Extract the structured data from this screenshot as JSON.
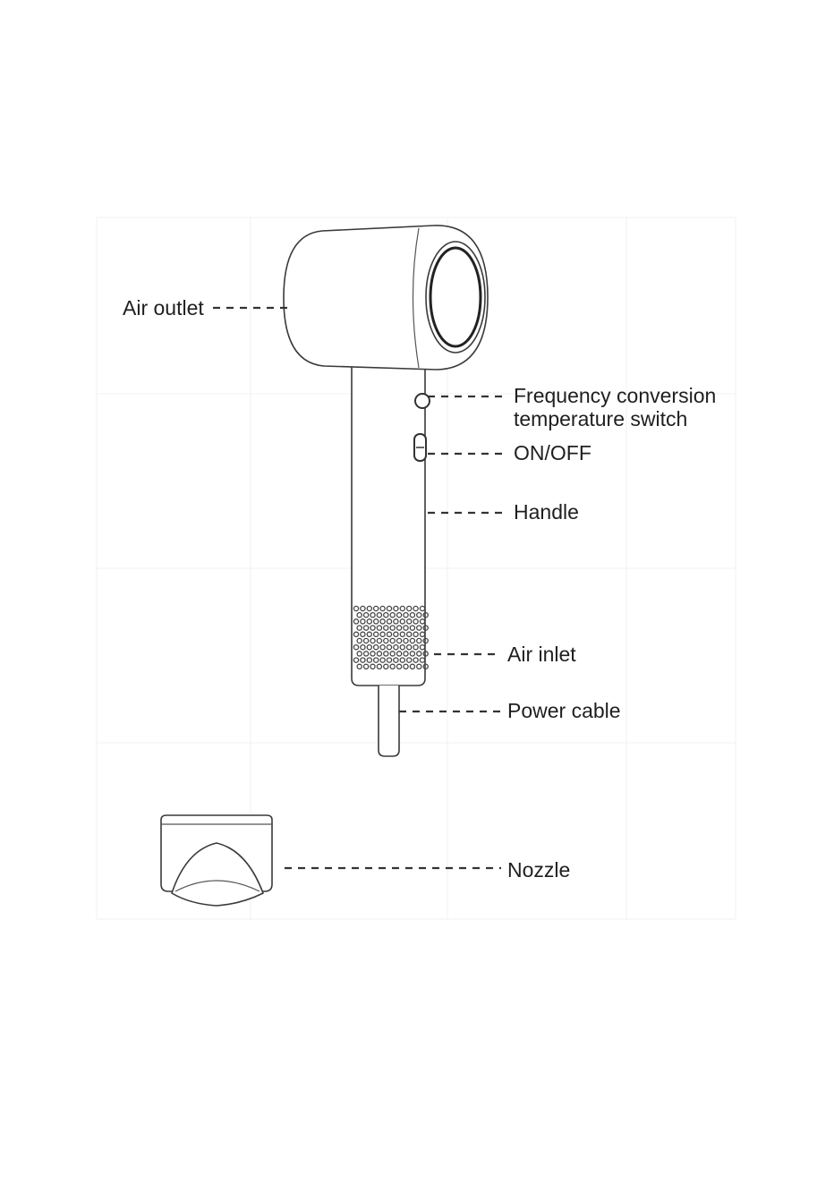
{
  "labels": {
    "air_outlet": "Air outlet",
    "frequency_conversion": "Frequency conversion",
    "temperature_switch": "temperature switch",
    "on_off": "ON/OFF",
    "handle": "Handle",
    "air_inlet": "Air inlet",
    "power_cable": "Power cable",
    "nozzle": "Nozzle"
  }
}
